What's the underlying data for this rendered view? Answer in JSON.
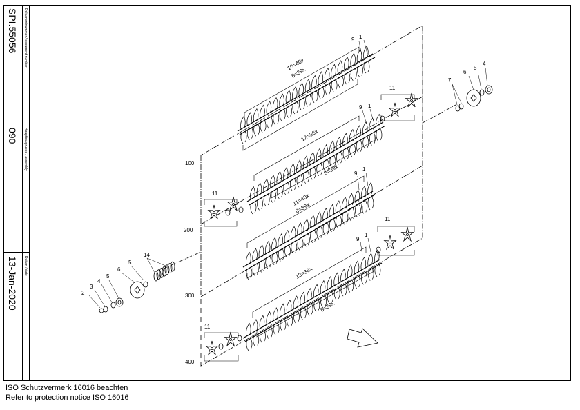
{
  "title_block": {
    "doc_caption": "Dokumentnummer / document number",
    "doc_number": "SPI.55056",
    "assembly_caption": "Hauptbaugruppe / assembly",
    "assembly_number": "090",
    "date_caption": "Datum / date",
    "date_value": "13-Jan-2020"
  },
  "notice": {
    "line_de": "ISO Schutzvermerk 16016 beachten",
    "line_en": "Refer to protection notice ISO 16016"
  },
  "assembly_labels": [
    "100",
    "200",
    "300",
    "400"
  ],
  "callouts": {
    "roller_100": {
      "top": "10=40x",
      "bottom": "8=39x",
      "n9": "9",
      "n1": "1"
    },
    "roller_200": {
      "top": "12=36x",
      "bottom": "8=39x",
      "n9": "9",
      "n1": "1",
      "n11a": "11",
      "n11b": "11"
    },
    "roller_300": {
      "top": "11=40x",
      "bottom": "8=39x",
      "n9": "9",
      "n1": "1"
    },
    "roller_400": {
      "top": "13=36x",
      "bottom": "8=39x",
      "n9": "9",
      "n1": "1",
      "n11a": "11",
      "n11b": "11"
    },
    "right_parts": [
      "7",
      "6",
      "5",
      "4"
    ],
    "left_parts": [
      "2",
      "3",
      "4",
      "5",
      "6",
      "5",
      "14"
    ]
  },
  "colors": {
    "line": "#000000",
    "background": "#ffffff"
  }
}
